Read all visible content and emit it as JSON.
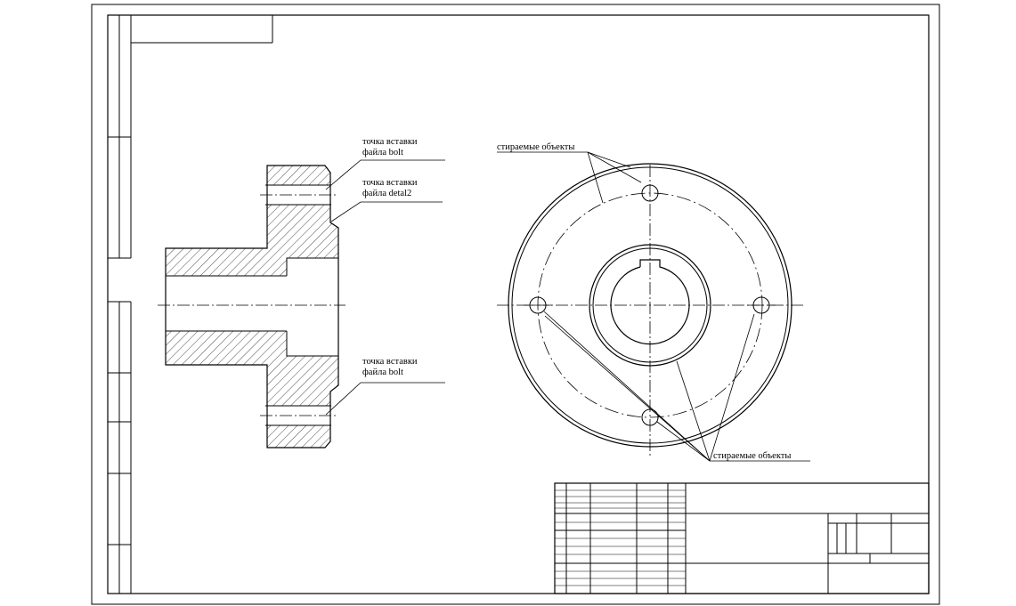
{
  "labels": {
    "insert_bolt_top_1": "точка вставки",
    "insert_bolt_top_2": "файла bolt",
    "insert_detail2_1": "точка вставки",
    "insert_detail2_2": "файла detal2",
    "insert_bolt_bottom_1": "точка вставки",
    "insert_bolt_bottom_2": "файла bolt",
    "erase_top": "стираемые объекты",
    "erase_bottom": "стираемые объекты"
  },
  "colors": {
    "line": "#000000",
    "paper": "#ffffff"
  }
}
